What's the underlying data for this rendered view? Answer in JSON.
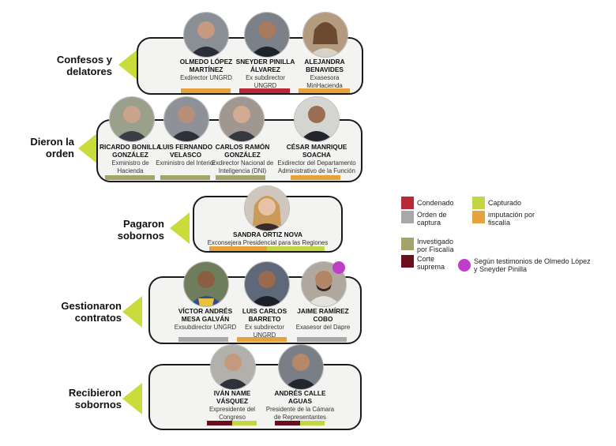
{
  "colors": {
    "condenado": "#b8293a",
    "orden_captura": "#a8a8a8",
    "investigado": "#a3a36b",
    "corte_suprema": "#6b0f1f",
    "capturado": "#c5d645",
    "imputacion": "#e6a23c",
    "testimonio_dot": "#c03dc8",
    "accent_triangle": "#c9dc3c"
  },
  "groups": [
    {
      "title": "Confesos y delatores",
      "people": [
        {
          "name": "OLMEDO LÓPEZ MARTÍNEZ",
          "role": "Exdirector UNGRD",
          "status": [
            "imputacion"
          ]
        },
        {
          "name": "SNEYDER PINILLA ÁLVAREZ",
          "role": "Ex subdirector UNGRD",
          "status": [
            "condenado"
          ]
        },
        {
          "name": "ALEJANDRA BENAVIDES",
          "role": "Exasesora MinHacienda",
          "status": [
            "imputacion"
          ]
        }
      ]
    },
    {
      "title": "Dieron la orden",
      "people": [
        {
          "name": "RICARDO BONILLA GONZÁLEZ",
          "role": "Exministro de Hacienda",
          "status": [
            "investigado"
          ]
        },
        {
          "name": "LUIS FERNANDO VELASCO",
          "role": "Exministro del Interior",
          "status": [
            "investigado"
          ]
        },
        {
          "name": "CARLOS RAMÓN GONZÁLEZ",
          "role": "Exdirector Nacional de Inteligencia (DNI)",
          "status": [
            "investigado"
          ]
        },
        {
          "name": "CÉSAR MANRIQUE SOACHA",
          "role": "Exdirector del Departamento Administrativo de la Función Pública",
          "status": [
            "imputacion"
          ]
        }
      ]
    },
    {
      "title": "Pagaron sobornos",
      "people": [
        {
          "name": "SANDRA ORTIZ NOVA",
          "role": "Exconsejera Presidencial para las Regiones",
          "status": [
            "imputacion",
            "capturado"
          ]
        }
      ]
    },
    {
      "title": "Gestionaron contratos",
      "people": [
        {
          "name": "VÍCTOR ANDRÉS MESA GALVÁN",
          "role": "Exsubdirector UNGRD",
          "status": [
            "orden_captura"
          ]
        },
        {
          "name": "LUIS CARLOS BARRETO",
          "role": "Ex subdirector UNGRD",
          "status": [
            "imputacion"
          ]
        },
        {
          "name": "JAIME RAMÍREZ COBO",
          "role": "Exasesor del Dapre",
          "status": [
            "orden_captura"
          ]
        }
      ]
    },
    {
      "title": "Recibieron sobornos",
      "people": [
        {
          "name": "IVÁN NAME VÁSQUEZ",
          "role": "Expresidente del Congreso",
          "status": [
            "corte_suprema",
            "capturado"
          ]
        },
        {
          "name": "ANDRÉS CALLE AGUAS",
          "role": "Presidente de la Cámara de Representantes",
          "status": [
            "corte_suprema",
            "capturado"
          ]
        }
      ]
    }
  ],
  "legend": {
    "condenado": "Condenado",
    "orden_captura": "Orden de captura",
    "investigado": "Investigado por Fiscalía",
    "corte_suprema": "Corte suprema",
    "capturado": "Capturado",
    "imputacion": "imputación por fiscalía",
    "testimonio": "Según testimonios de Olmedo López y Sneyder Pinilla"
  }
}
